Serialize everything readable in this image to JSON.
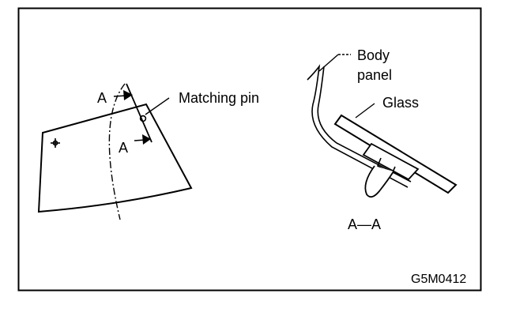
{
  "figure": {
    "code": "G5M0412",
    "colors": {
      "line": "#000000",
      "background": "#ffffff"
    }
  },
  "left_view": {
    "section_mark_top": "A",
    "section_mark_bottom": "A",
    "callout": "Matching pin"
  },
  "right_view": {
    "body_panel_line1": "Body",
    "body_panel_line2": "panel",
    "glass": "Glass",
    "section_title": "A—A"
  }
}
